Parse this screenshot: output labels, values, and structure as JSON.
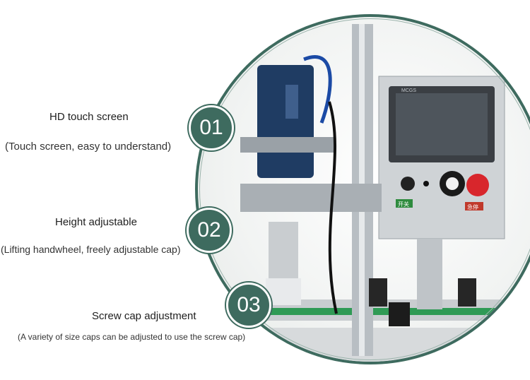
{
  "features": [
    {
      "number": "01",
      "title": "HD touch screen",
      "description": "(Touch screen, easy to understand)"
    },
    {
      "number": "02",
      "title": "Height adjustable",
      "description": "(Lifting handwheel, freely adjustable cap)"
    },
    {
      "number": "03",
      "title": "Screw cap adjustment",
      "description": "(A variety of size caps can be adjusted to use the screw cap)"
    }
  ],
  "machine_labels": {
    "panel_brand": "MCGS",
    "switch_label": "开关",
    "stop_label": "急停"
  },
  "colors": {
    "accent": "#3e6b5f",
    "stop_button": "#d8262c",
    "label_green": "#2e8b3e"
  }
}
